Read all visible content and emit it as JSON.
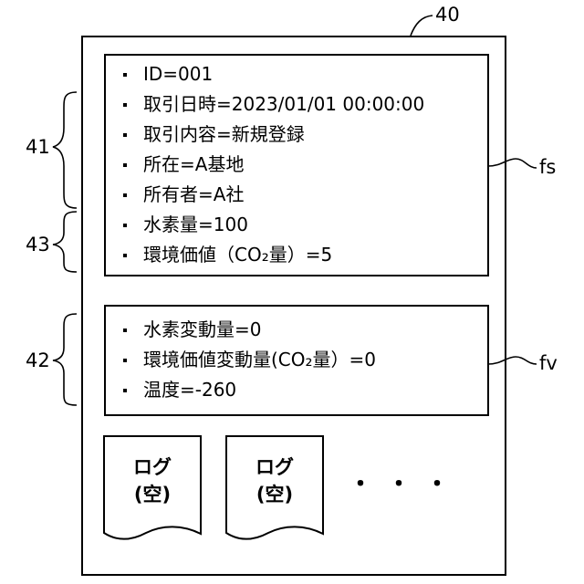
{
  "labels": {
    "record": "40",
    "first_group": "41",
    "second_group": "42",
    "third_group": "43",
    "fixed_block": "fs",
    "variable_block": "fv"
  },
  "fixed_fields": [
    "ID=001",
    "取引日時=2023/01/01 00:00:00",
    "取引内容=新規登録",
    "所在=A基地",
    "所有者=A社",
    "水素量=100",
    "環境価値（CO₂量）=5"
  ],
  "variable_fields": [
    "水素変動量=0",
    "環境価値変動量(CO₂量）=0",
    "温度=-260"
  ],
  "logs": [
    {
      "line1": "ログ",
      "line2": "(空)"
    },
    {
      "line1": "ログ",
      "line2": "(空)"
    }
  ],
  "ellipsis": "・・・"
}
